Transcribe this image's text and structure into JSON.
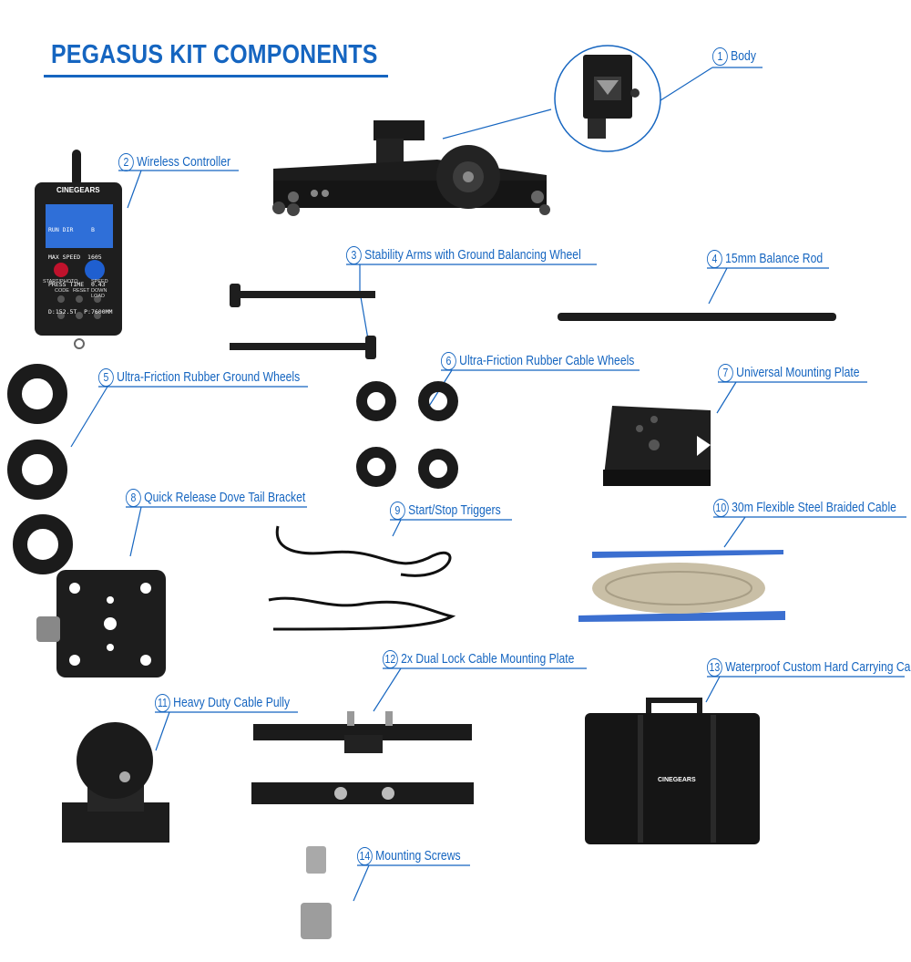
{
  "title": "PEGASUS KIT COMPONENTS",
  "components": [
    {
      "number": "1",
      "name": "Body"
    },
    {
      "number": "2",
      "name": "Wireless Controller"
    },
    {
      "number": "3",
      "name": "Stability Arms with Ground Balancing Wheel"
    },
    {
      "number": "4",
      "name": "15mm Balance Rod"
    },
    {
      "number": "5",
      "name": "Ultra-Friction Rubber Ground Wheels"
    },
    {
      "number": "6",
      "name": "Ultra-Friction Rubber Cable Wheels"
    },
    {
      "number": "7",
      "name": "Universal Mounting Plate"
    },
    {
      "number": "8",
      "name": "Quick Release Dove Tail Bracket"
    },
    {
      "number": "9",
      "name": "Start/Stop Triggers"
    },
    {
      "number": "10",
      "name": "30m Flexible Steel Braided Cable"
    },
    {
      "number": "11",
      "name": "Heavy Duty Cable Pully"
    },
    {
      "number": "12",
      "name": "2x Dual Lock Cable Mounting Plate"
    },
    {
      "number": "13",
      "name": "Waterproof Custom Hard Carrying Case"
    },
    {
      "number": "14",
      "name": "Mounting Screws"
    }
  ],
  "controller_screen": {
    "line1": "RUN DIR     B",
    "line2": "MAX SPEED  1605",
    "line3": "PRESS TIME  0.43",
    "line4": "D:152.5T  P:7600MM"
  },
  "controller_buttons": {
    "left": "START/PHOTO",
    "right": "SPEED",
    "code": "CODE",
    "reset": "RESET",
    "download": "DOWN LOAD"
  },
  "brand_logo_text": "CINEGEARS",
  "colors": {
    "accent": "#1565c0",
    "product": "#1b1b1b",
    "cable_spool": "#3b6fd0",
    "cable_wire": "#c9bfa6"
  }
}
